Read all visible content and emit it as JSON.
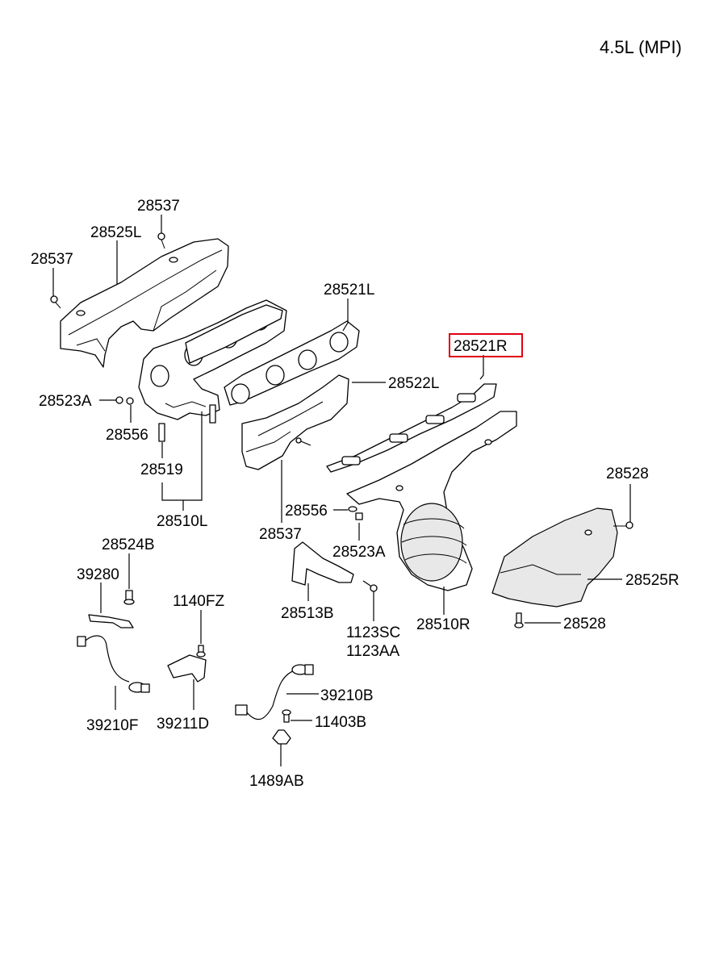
{
  "engine_label": "4.5L (MPI)",
  "highlight_color": "#e0000f",
  "labels": {
    "p28537_top": "28537",
    "p28525L": "28525L",
    "p28537_left": "28537",
    "p28521L": "28521L",
    "p28521R": "28521R",
    "p28522L": "28522L",
    "p28523A_left": "28523A",
    "p28556_left": "28556",
    "p28519": "28519",
    "p28510L": "28510L",
    "p28556_mid": "28556",
    "p28537_mid": "28537",
    "p28523A_mid": "28523A",
    "p28528_top": "28528",
    "p28525R": "28525R",
    "p28528_bot": "28528",
    "p28524B": "28524B",
    "p39280": "39280",
    "p1140FZ": "1140FZ",
    "p28513B": "28513B",
    "p1123SC": "1123SC",
    "p1123AA": "1123AA",
    "p28510R": "28510R",
    "p39210B": "39210B",
    "p11403B": "11403B",
    "p39210F": "39210F",
    "p39211D": "39211D",
    "p1489AB": "1489AB"
  }
}
